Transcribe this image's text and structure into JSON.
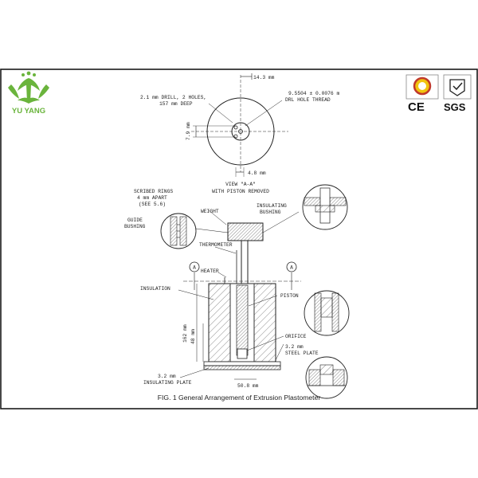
{
  "brand": {
    "name": "YU YANG",
    "leaf_color": "#6ab43c"
  },
  "certifications": [
    "CE",
    "SGS"
  ],
  "diagram": {
    "caption": "FIG. 1 General Arrangement of Extrusion Plastometer",
    "top_view": {
      "dim_top": "14.3 mm",
      "drill_note_1": "2.1 mm DRILL, 2 HOLES,",
      "drill_note_2": "157 mm DEEP",
      "thread_note_1": "9.5504 ± 0.0076 m",
      "thread_note_2": "DRL HOLE THREAD",
      "dim_left": "7.9 mm",
      "dim_bottom": "4.8 mm",
      "view_title_1": "VIEW \"A-A\"",
      "view_title_2": "WITH PISTON REMOVED"
    },
    "labels": {
      "scribed_1": "SCRIBED RINGS",
      "scribed_2": "4 mm APART",
      "scribed_3": "(SEE 5.6)",
      "guide_1": "GUIDE",
      "guide_2": "BUSHING",
      "weight": "WEIGHT",
      "insulating_bushing_1": "INSULATING",
      "insulating_bushing_2": "BUSHING",
      "thermometer": "THERMOMETER",
      "heater": "HEATER",
      "insulation": "INSULATION",
      "piston": "PISTON",
      "orifice": "ORIFICE",
      "steel_plate_1": "3.2 mm",
      "steel_plate_2": "STEEL PLATE",
      "insulating_plate_1": "3.2 mm",
      "insulating_plate_2": "INSULATING PLATE",
      "dim_162": "162 mm",
      "dim_48": "48 mm",
      "dim_50": "50.8 mm",
      "section_marker": "A"
    }
  }
}
